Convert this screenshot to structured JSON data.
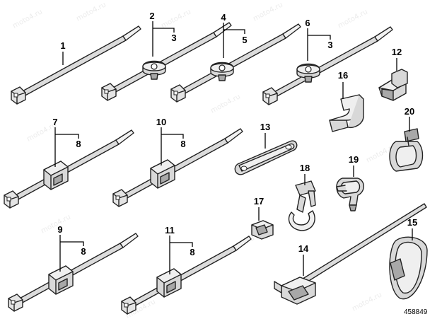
{
  "watermark_text": "moto4.ru",
  "document_number": "458849",
  "callouts": [
    "1",
    "2",
    "3",
    "4",
    "5",
    "6",
    "3",
    "12",
    "16",
    "7",
    "8",
    "10",
    "8",
    "20",
    "13",
    "18",
    "19",
    "17",
    "9",
    "8",
    "11",
    "8",
    "14",
    "15"
  ],
  "colors": {
    "line": "#222222",
    "part_fill": "#d8d8d8",
    "background": "#ffffff"
  }
}
